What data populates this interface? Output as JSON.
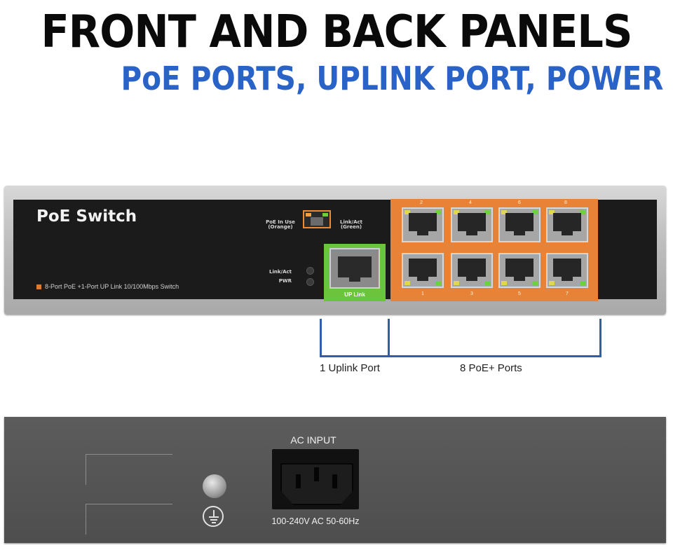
{
  "header": {
    "title": "FRONT AND BACK PANELS",
    "subtitle": "PoE PORTS, UPLINK PORT, POWER"
  },
  "front_panel": {
    "brand": "PoE Switch",
    "model": "8-Port  PoE +1-Port UP Link 10/100Mbps Switch",
    "legend_poe": "PoE In Use (Orange)",
    "legend_link": "Link/Act (Green)",
    "led_linkact": "Link/Act",
    "led_pwr": "PWR",
    "uplink_label": "UP Link",
    "port_numbers_top": [
      "2",
      "4",
      "6",
      "8"
    ],
    "port_numbers_bottom": [
      "1",
      "3",
      "5",
      "7"
    ]
  },
  "captions": {
    "uplink": "1 Uplink Port",
    "poe": "8 PoE+ Ports"
  },
  "back_panel": {
    "ac_input": "AC INPUT",
    "voltage": "100-240V AC 50-60Hz"
  },
  "colors": {
    "subtitle": "#2a63c8",
    "poe_block": "#e88236",
    "uplink_block": "#6cc43c",
    "bracket": "#2f5fa6"
  }
}
